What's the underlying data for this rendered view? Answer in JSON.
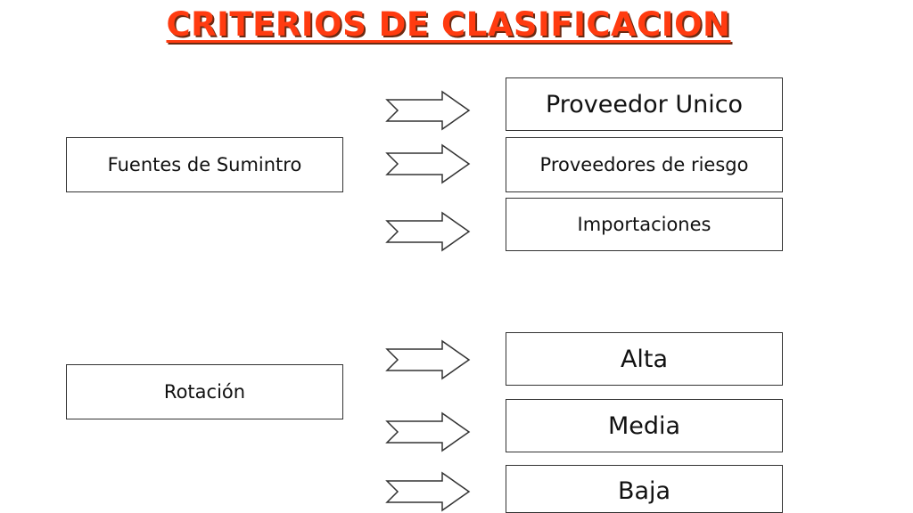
{
  "title": "CRITERIOS DE CLASIFICACION",
  "groups": [
    {
      "criterion": "Fuentes de Sumintro",
      "options": [
        "Proveedor Unico",
        "Proveedores de riesgo",
        "Importaciones"
      ]
    },
    {
      "criterion": "Rotación",
      "options": [
        "Alta",
        "Media",
        "Baja"
      ]
    }
  ],
  "colors": {
    "title": "#ff3b10",
    "title_shadow": "#6b2a12",
    "border": "#333333",
    "text": "#111111"
  },
  "icons": {
    "arrow": "striped-right-arrow-icon"
  }
}
